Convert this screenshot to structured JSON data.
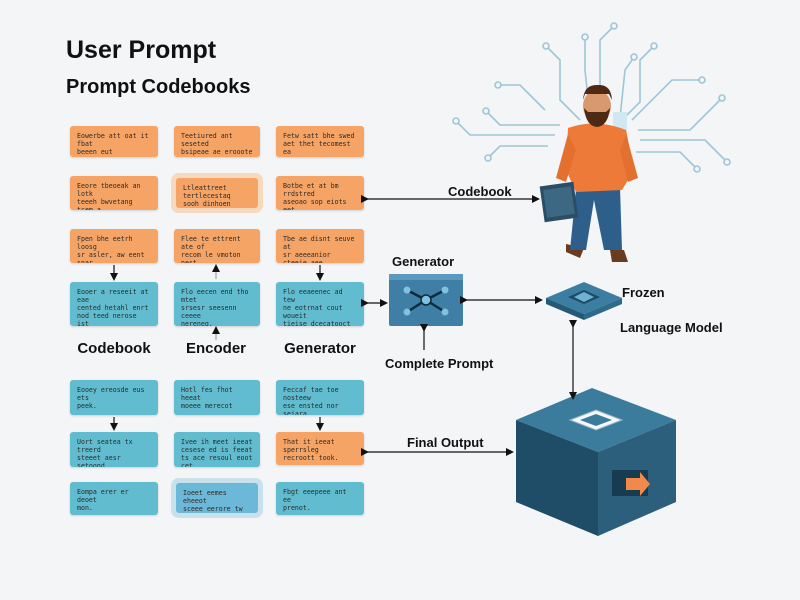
{
  "title": "User Prompt",
  "subtitle": "Prompt Codebooks",
  "columns": [
    {
      "label": "Codebook"
    },
    {
      "label": "Encoder"
    },
    {
      "label": "Generator"
    }
  ],
  "cards": {
    "c1": [
      "Eowerbe att oat it fbat\nbeeen eut aowestent\nbnoot lesthest.",
      "Eeore tbeoeak an lotk\nteeeh bwvetang tcem a\nmeent.",
      "Fpen bhe eetrh loosg\nsr asler, aw eent snar\npeotder hpraded pi ..",
      "Eooer a reseeit at eae\ncented hetahl enrt\nnod teed nerose ist\nmenest.",
      "Eooey ereosde eus ets\npeek.",
      "Uort seatea tx treerd\nsteeet aesr setoond\ntove sterer te meves,\nsmeet.",
      "Eompa erer er deoet\nmon."
    ],
    "c2": [
      "Teetiured ant seseted\nbsipeae ae erooote at\nsnedeit.",
      "Ltleattreet tertlecestaq\nsooh dinhoen teocs\nmeeacpred aeael.",
      "Flee te ettrent ate of\nrecom le vmoton\nnest.",
      "Flo eecen end tho mtet\nsrsesr seesenn ceeee\nnereneg.",
      "Hotl fes fhot heeat\nmoeee merecot",
      "Ivee ih meet ieeat\ncesese ed is feeat\nts ace resoul eoot\ncet.",
      "Ioeet eemes eheeot\nsceee eerore tw\nane ee tee toes ftoot"
    ],
    "c3": [
      "Fetw satt bhe swed\naet thet tecomest ea\naoe seeaes.",
      "Botbe et at bm rrdstred\naseoao sop eiots eet",
      "Tbe ae disnt seuve at\nsr aeeeanior cteeie aee\nanoeit?",
      "Flo eeaeenec ad tew\nne eotrnat cout woueit\ntieise dcecatooct tent\nprnot.",
      "Feccaf tae toe nosteew\nese ensted nor seiara,\nperdit ned.",
      "That it ieeat sperrsleg\nrecroott took.",
      "Fbgt eeepeee ant ee\nprenot."
    ]
  },
  "diagram": {
    "codebook_label": "Codebook",
    "generator_label": "Generator",
    "complete_prompt_label": "Complete Prompt",
    "frozen_label": "Frozen",
    "language_model_label": "Language Model",
    "final_output_label": "Final Output"
  },
  "colors": {
    "card_orange": "#f5a465",
    "card_teal": "#61bccf",
    "generator_box": "#3f7fa6",
    "output_cube": "#2c5f7c",
    "person_shirt": "#ee7a3a",
    "circuit_lines": "#9dc6d6"
  },
  "icons": {
    "person": "person-with-laptop",
    "generator": "network-node-icon",
    "language_model": "chip-icon",
    "output": "cube-output-icon",
    "circuit": "circuit-lines-icon"
  }
}
